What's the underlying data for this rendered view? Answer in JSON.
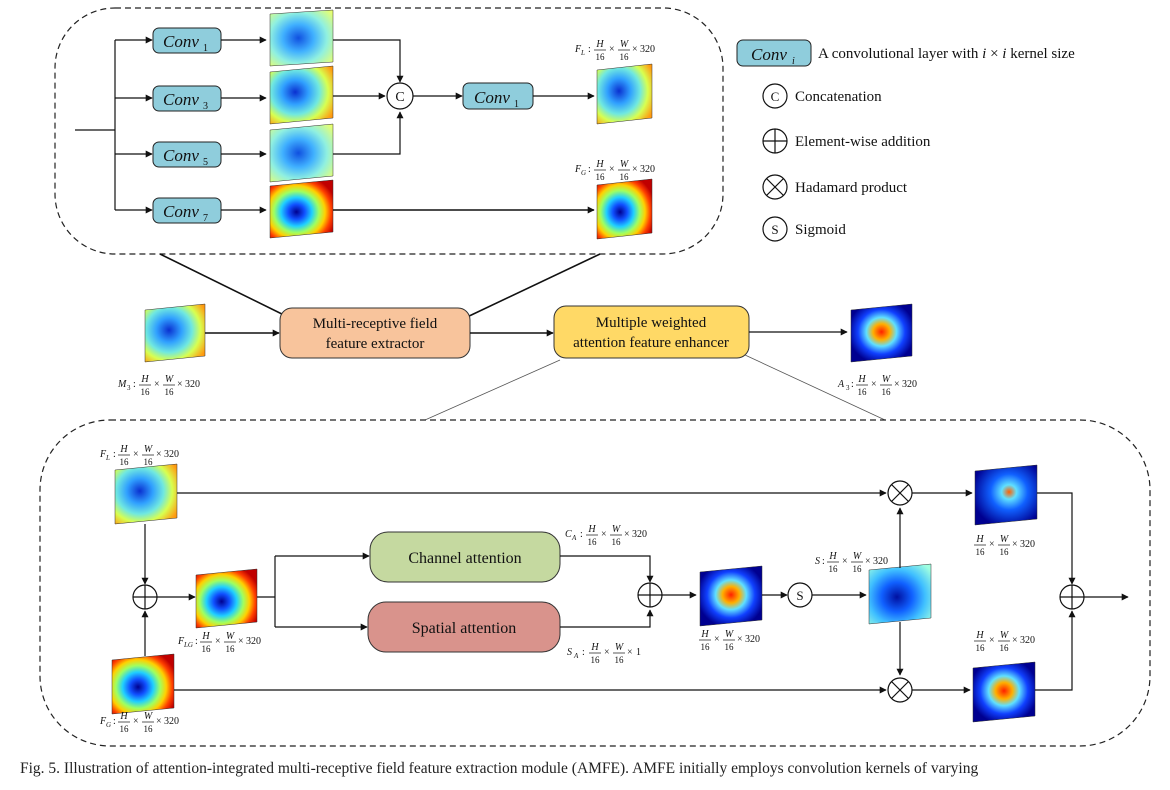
{
  "legend": {
    "conv_box_main": "Conv",
    "conv_box_sub": "i",
    "conv_desc_pre": "A convolutional layer with ",
    "conv_desc_i1": "i",
    "conv_desc_times": " × ",
    "conv_desc_i2": "i",
    "conv_desc_post": " kernel size",
    "concat_symbol": "C",
    "concat_label": "Concatenation",
    "add_label": "Element-wise addition",
    "hadamard_label": "Hadamard product",
    "sigmoid_symbol": "S",
    "sigmoid_label": "Sigmoid"
  },
  "extractor": {
    "conv_labels": [
      {
        "main": "Conv",
        "sub": "1"
      },
      {
        "main": "Conv",
        "sub": "3"
      },
      {
        "main": "Conv",
        "sub": "5"
      },
      {
        "main": "Conv",
        "sub": "7"
      }
    ],
    "fuse_conv": {
      "main": "Conv",
      "sub": "1"
    },
    "concat_symbol": "C",
    "fl_name": "F",
    "fl_sub": "L",
    "fg_name": "F",
    "fg_sub": "G"
  },
  "main_flow": {
    "extractor_line1": "Multi-receptive field",
    "extractor_line2": "feature extractor",
    "enhancer_line1": "Multiple weighted",
    "enhancer_line2": "attention feature enhancer",
    "input_name": "M",
    "input_sub": "3",
    "output_name": "A",
    "output_sub": "3"
  },
  "enhancer": {
    "fl_name": "F",
    "fl_sub": "L",
    "flg_name": "F",
    "flg_sub": "LG",
    "fg_name": "F",
    "fg_sub": "G",
    "channel_attention": "Channel attention",
    "spatial_attention": "Spatial attention",
    "ca_name": "C",
    "ca_sub": "A",
    "sa_name": "S",
    "sa_sub": "A",
    "s_name": "S",
    "sigmoid_symbol": "S"
  },
  "dims": {
    "H": "H",
    "W": "W",
    "den": "16",
    "times": "×",
    "c320": "320",
    "c1": "1",
    "colon": ":"
  },
  "colors": {
    "conv_fill": "#8fcddc",
    "extractor_fill": "#f8c49c",
    "enhancer_fill": "#ffd966",
    "channel_fill": "#c5d9a0",
    "spatial_fill": "#d9938c"
  },
  "caption": "Fig. 5.    Illustration of attention-integrated multi-receptive field feature extraction module (AMFE). AMFE initially employs convolution kernels of varying"
}
